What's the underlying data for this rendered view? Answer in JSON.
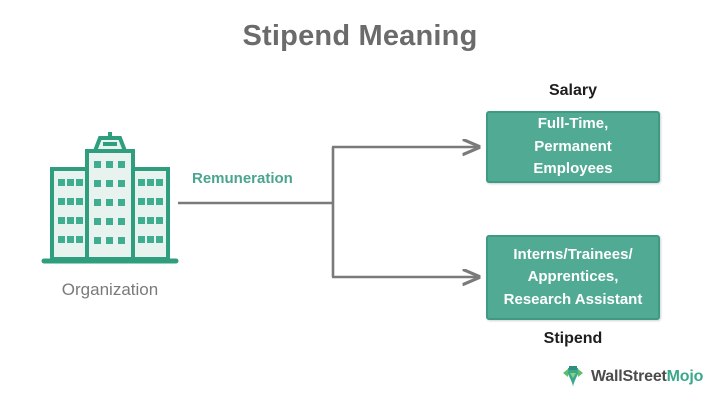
{
  "title": "Stipend Meaning",
  "source": {
    "brand_primary": "WallStreet",
    "brand_accent": "Mojo",
    "logo_icon": "bull-logo-icon"
  },
  "colors": {
    "box_fill": "#51ab94",
    "box_border": "#3f9a83",
    "accent_text": "#4aa58f",
    "title_gray": "#6b6b6b",
    "caption_dark": "#1d1d1d",
    "connector_gray": "#7a7a7a",
    "icon_green": "#2f9e7e",
    "icon_fill_light": "#e8f2ee"
  },
  "diagram": {
    "type": "flow",
    "source_node": {
      "icon": "office-building-icon",
      "label": "Organization"
    },
    "edge_label": "Remuneration",
    "branches": [
      {
        "caption": "Salary",
        "caption_position": "above",
        "box_text": "Full-Time,\nPermanent\nEmployees"
      },
      {
        "caption": "Stipend",
        "caption_position": "below",
        "box_text": "Interns/Trainees/\nApprentices,\nResearch Assistant"
      }
    ]
  }
}
